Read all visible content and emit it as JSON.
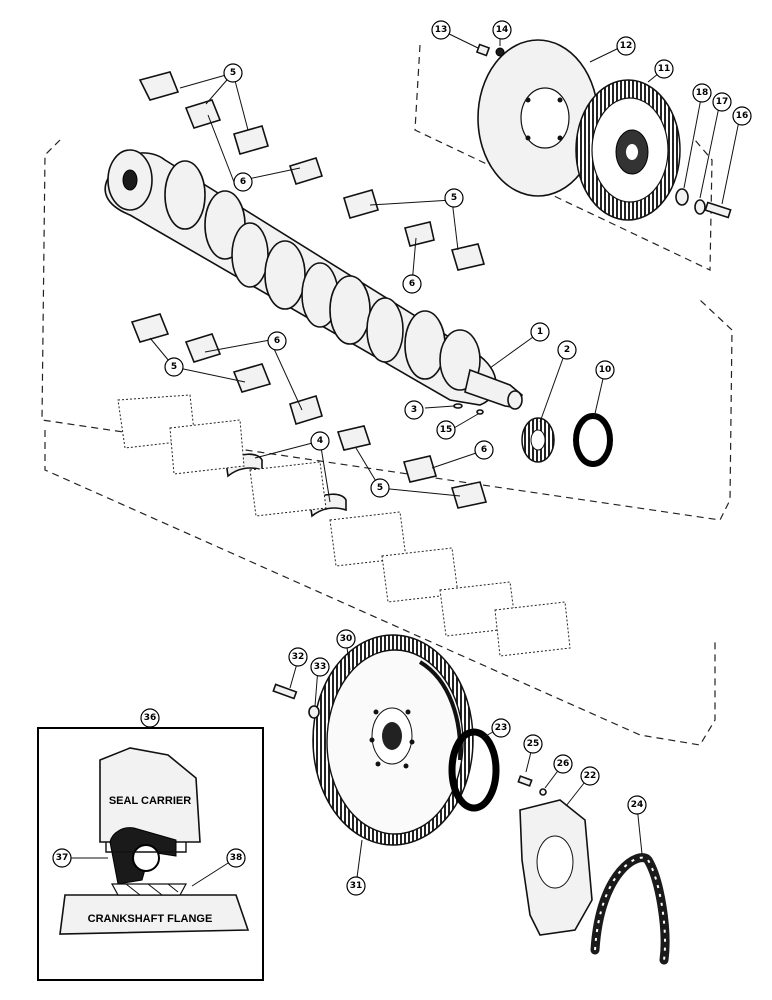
{
  "callouts": {
    "c1": "1",
    "c2": "2",
    "c3": "3",
    "c4": "4",
    "c5": "5",
    "c6": "6",
    "c10": "10",
    "c11": "11",
    "c12": "12",
    "c13": "13",
    "c14": "14",
    "c15": "15",
    "c16": "16",
    "c17": "17",
    "c18": "18",
    "c22": "22",
    "c23": "23",
    "c24": "24",
    "c25": "25",
    "c26": "26",
    "c30": "30",
    "c31": "31",
    "c32": "32",
    "c33": "33",
    "c36": "36",
    "c37": "37",
    "c38": "38"
  },
  "inset": {
    "seal_carrier": "SEAL CARRIER",
    "crankshaft_flange": "CRANKSHAFT FLANGE"
  }
}
